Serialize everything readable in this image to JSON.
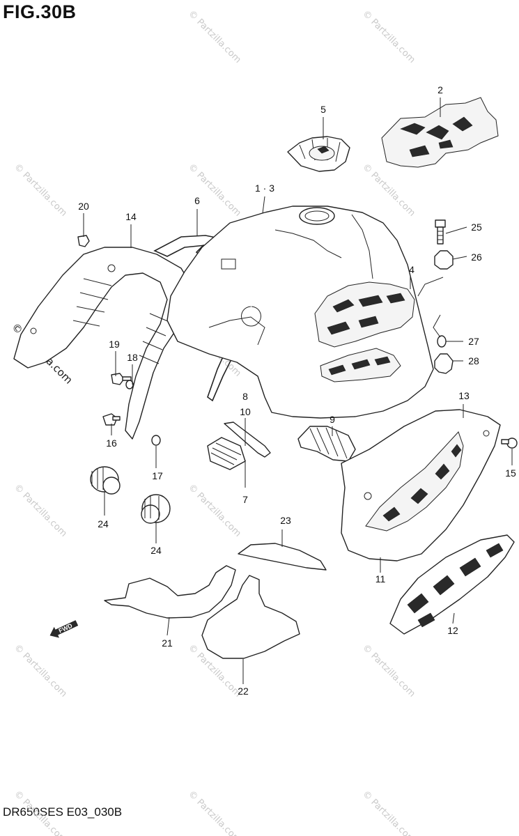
{
  "figure": {
    "title": "FIG.30B",
    "footer": "DR650SES E03_030B"
  },
  "watermark": {
    "text": "© Partzilla.com",
    "featured_text": "© Partzilla.com"
  },
  "fwd_arrow": {
    "label": "FWD"
  },
  "callouts": {
    "c1_3": "1 · 3",
    "c2": "2",
    "c4": "4",
    "c5": "5",
    "c6": "6",
    "c7": "7",
    "c8": "8",
    "c9": "9",
    "c10": "10",
    "c11": "11",
    "c12": "12",
    "c13": "13",
    "c14": "14",
    "c15": "15",
    "c16": "16",
    "c17": "17",
    "c18": "18",
    "c19": "19",
    "c20": "20",
    "c21": "21",
    "c22": "22",
    "c23": "23",
    "c24a": "24",
    "c24b": "24",
    "c25": "25",
    "c26": "26",
    "c27": "27",
    "c28": "28"
  }
}
